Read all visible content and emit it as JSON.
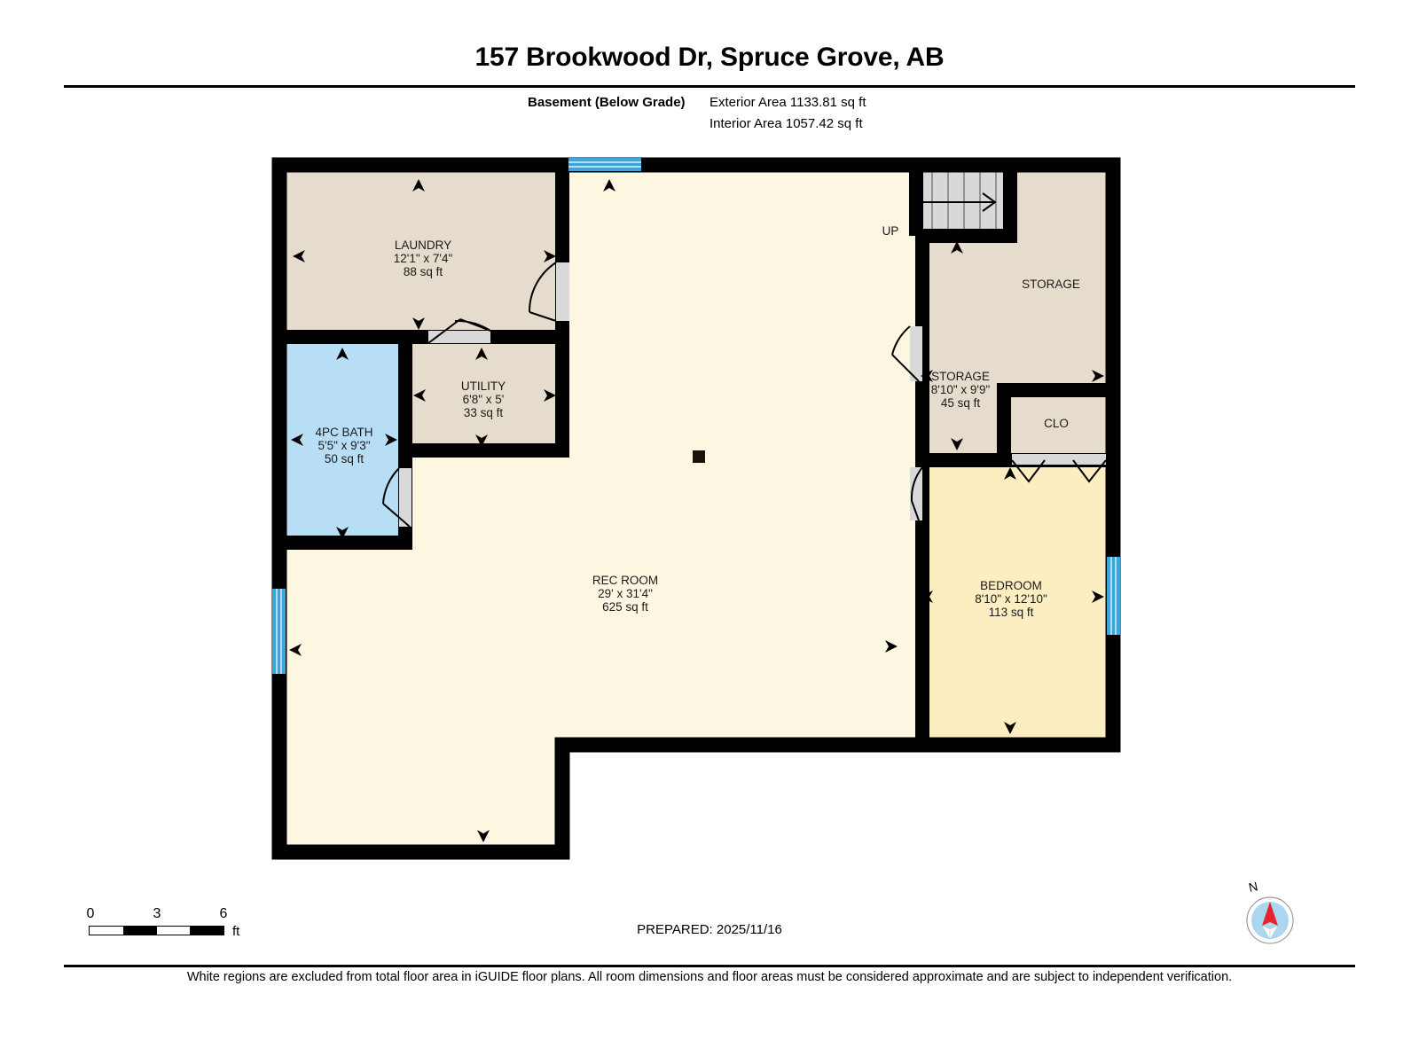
{
  "header": {
    "title": "157 Brookwood Dr, Spruce Grove, AB",
    "floor_label": "Basement (Below Grade)",
    "exterior_area": "Exterior Area 1133.81 sq ft",
    "interior_area": "Interior Area 1057.42 sq ft"
  },
  "footer": {
    "prepared": "PREPARED: 2025/11/16",
    "disclaimer": "White regions are excluded from total floor area in iGUIDE floor plans. All room dimensions and floor areas must be considered approximate and are subject to independent verification."
  },
  "scalebar": {
    "tick_0": "0",
    "tick_3": "3",
    "tick_6": "6",
    "unit": "ft"
  },
  "compass": {
    "north_label": "N"
  },
  "rooms": [
    {
      "id": "laundry",
      "name": "LAUNDRY",
      "dimensions": "12'1\" x 7'4\"",
      "area": "88 sq ft",
      "fill": "#e6dccd"
    },
    {
      "id": "utility",
      "name": "UTILITY",
      "dimensions": "6'8\" x 5'",
      "area": "33 sq ft",
      "fill": "#e6dccd"
    },
    {
      "id": "bath",
      "name": "4PC BATH",
      "dimensions": "5'5\" x 9'3\"",
      "area": "50 sq ft",
      "fill": "#b8def5"
    },
    {
      "id": "rec-room",
      "name": "REC ROOM",
      "dimensions": "29' x 31'4\"",
      "area": "625 sq ft",
      "fill": "#fdf6e1"
    },
    {
      "id": "storage",
      "name": "STORAGE",
      "dimensions": "8'10\" x 9'9\"",
      "area": "45 sq ft",
      "fill": "#e6dccd"
    },
    {
      "id": "bedroom",
      "name": "BEDROOM",
      "dimensions": "8'10\" x 12'10\"",
      "area": "113 sq ft",
      "fill": "#fdeec2"
    }
  ],
  "labels": {
    "storage_upper": "STORAGE",
    "closet": "CLO",
    "stairs_up": "UP"
  },
  "colors": {
    "wall": "#000000",
    "window": "#3aa6dd",
    "door_swing": "#d9d9d9",
    "stairs_fill": "#d8d8d8",
    "compass_face": "#aad7ef",
    "compass_needle": "#e8212d"
  }
}
